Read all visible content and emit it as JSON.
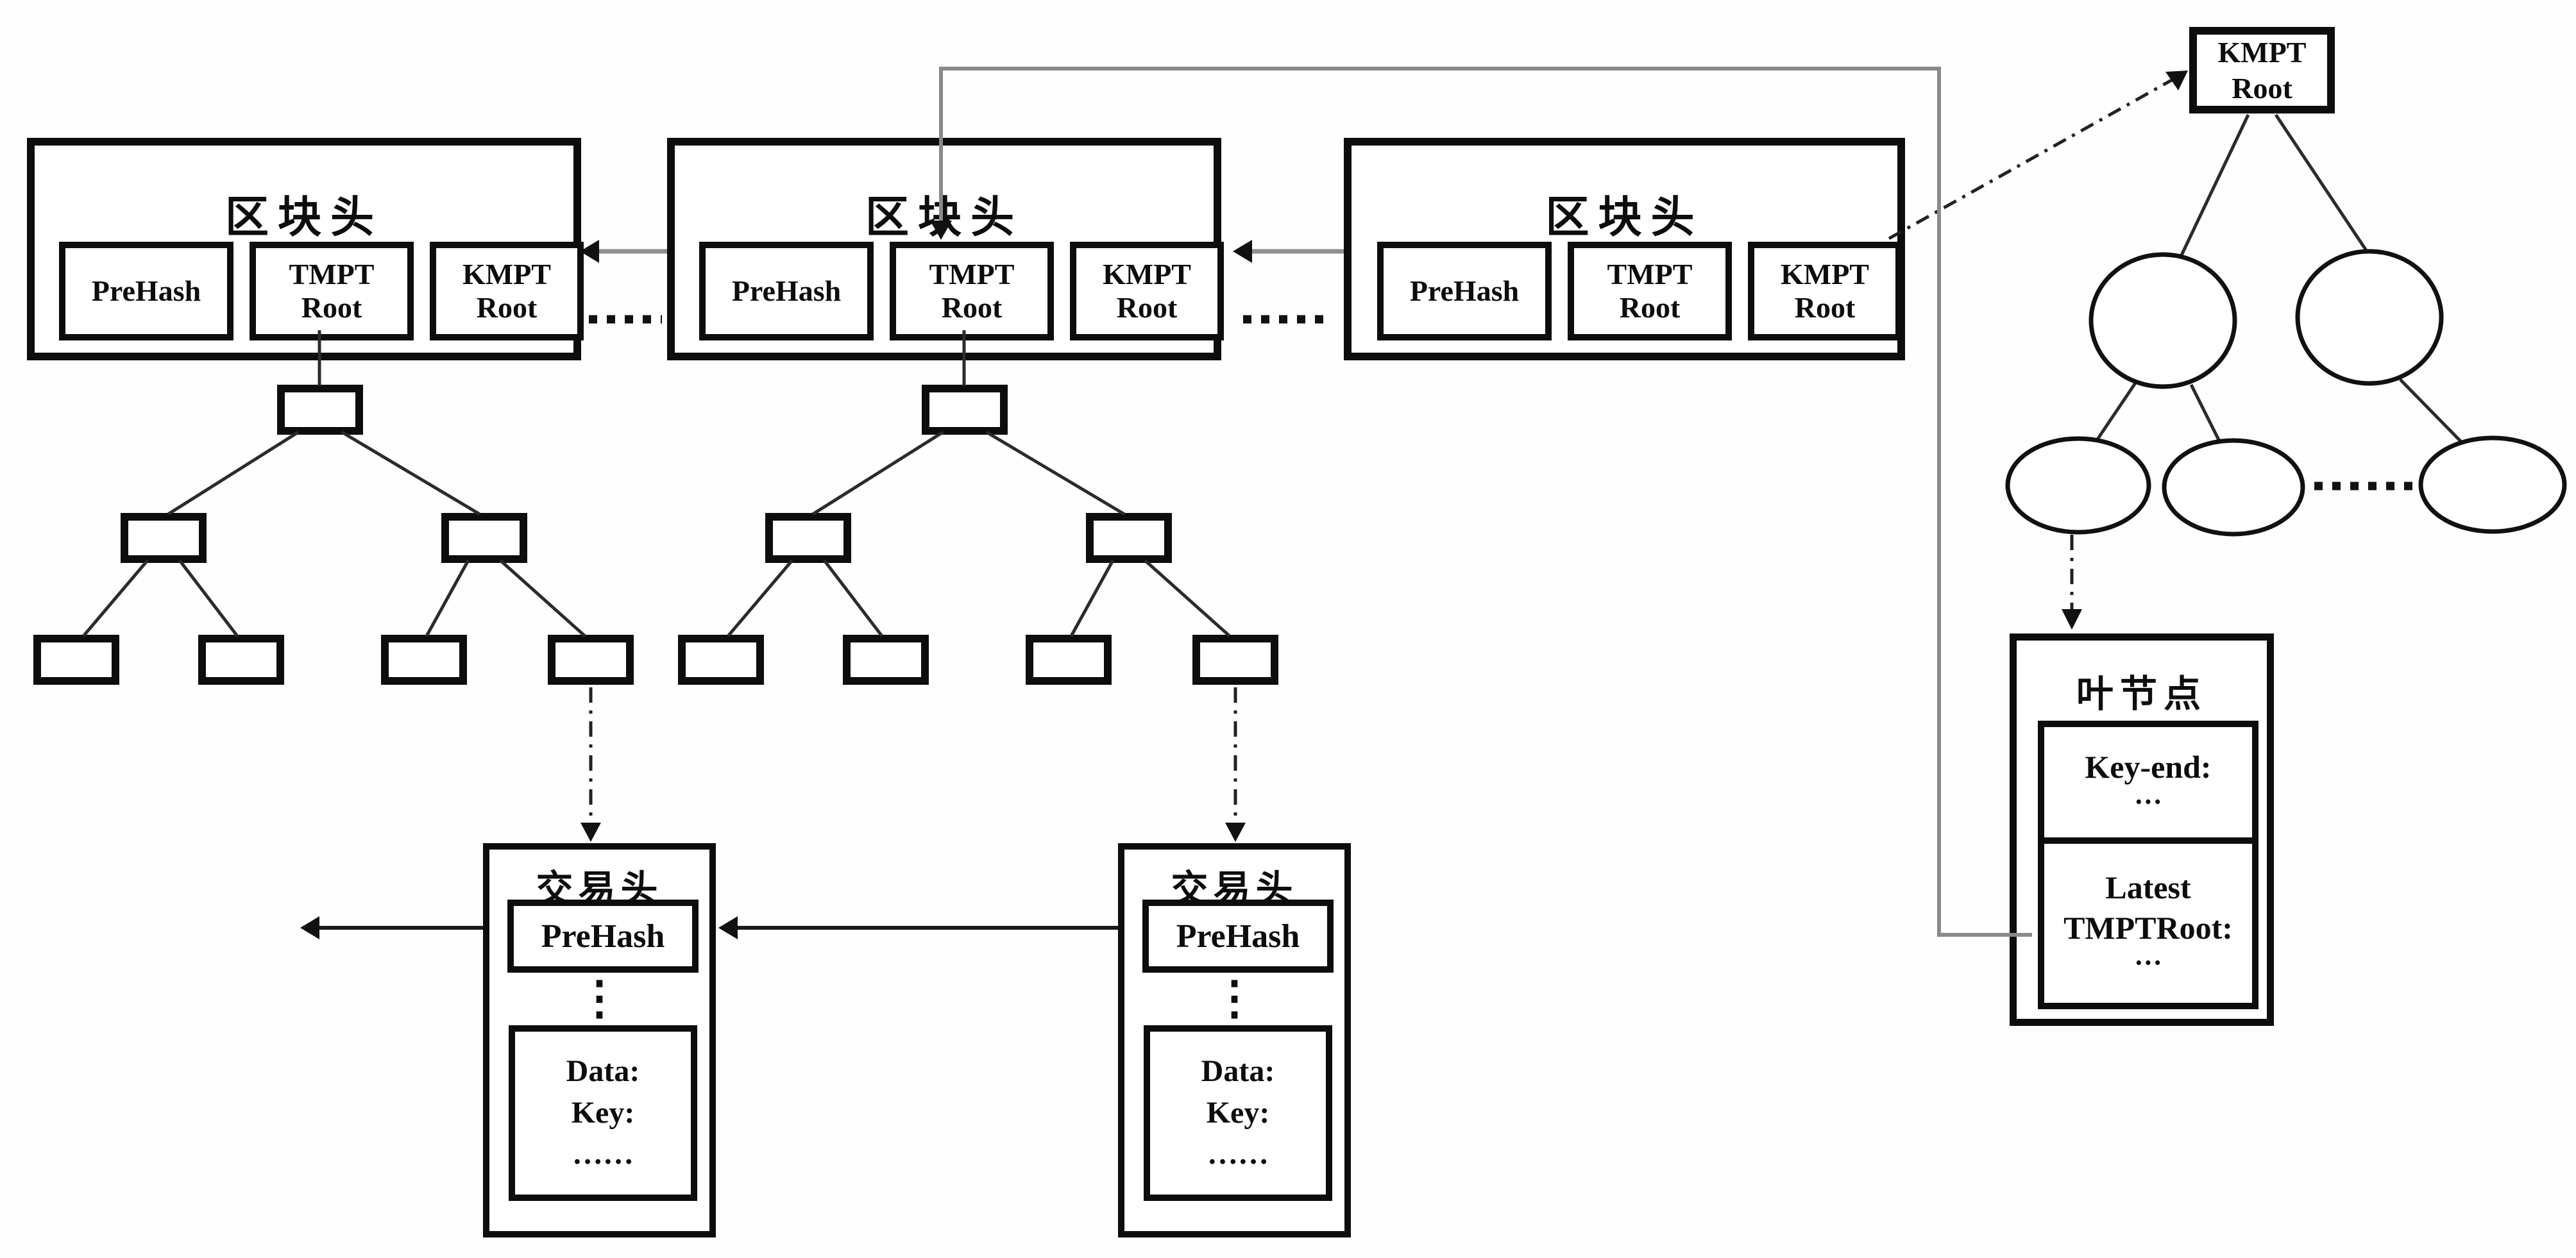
{
  "colors": {
    "ink": "#0d0d0d",
    "arrow_gray": "#8f8f8f",
    "chain_gray": "#8a8a8a"
  },
  "block_headers": [
    {
      "title": "区块头",
      "cells": [
        {
          "label": "PreHash"
        },
        {
          "label": "TMPT Root"
        },
        {
          "label": "KMPT Root"
        }
      ]
    },
    {
      "title": "区块头",
      "cells": [
        {
          "label": "PreHash"
        },
        {
          "label": "TMPT Root"
        },
        {
          "label": "KMPT Root"
        }
      ]
    },
    {
      "title": "区块头",
      "cells": [
        {
          "label": "PreHash"
        },
        {
          "label": "TMPT Root"
        },
        {
          "label": "KMPT Root"
        }
      ]
    }
  ],
  "transaction_headers": [
    {
      "title": "交易头",
      "prehash_label": "PreHash",
      "vertical_dots": "⋮",
      "data_label": "Data:",
      "key_label": "Key:",
      "ellipsis": "……"
    },
    {
      "title": "交易头",
      "prehash_label": "PreHash",
      "vertical_dots": "⋮",
      "data_label": "Data:",
      "key_label": "Key:",
      "ellipsis": "……"
    }
  ],
  "kmpt_tree": {
    "root_line1": "KMPT",
    "root_line2": "Root"
  },
  "leaf_node": {
    "title": "叶节点",
    "key_end_label": "Key-end:",
    "key_end_value": "···",
    "latest_line1": "Latest",
    "latest_line2": "TMPTRoot:",
    "latest_value": "···"
  }
}
